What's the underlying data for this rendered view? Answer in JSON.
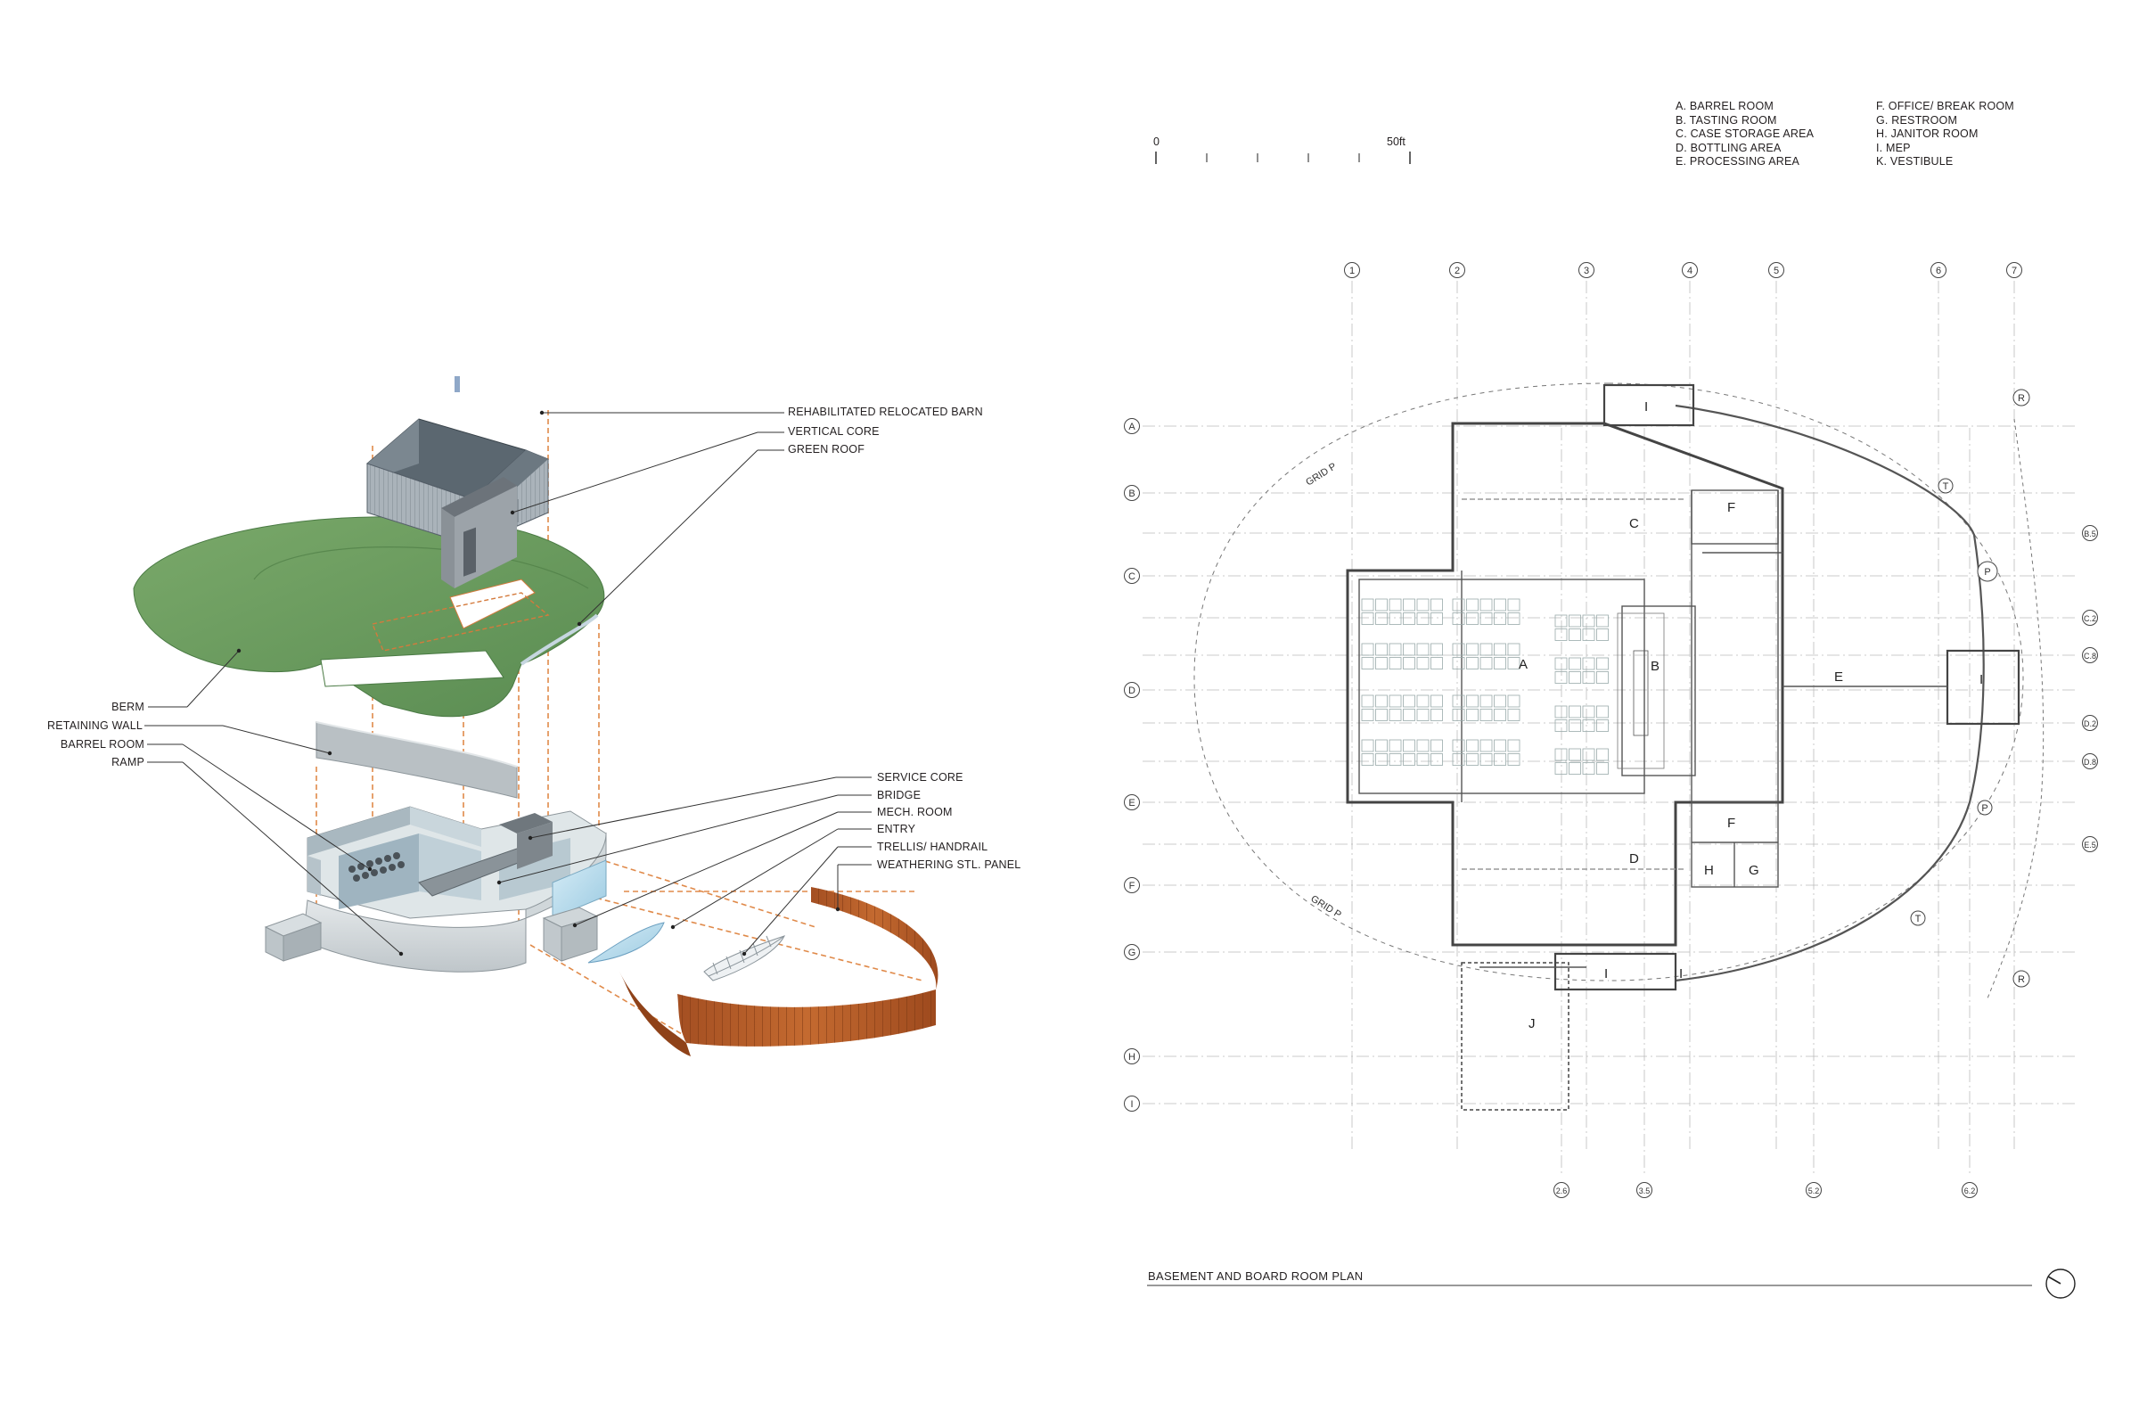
{
  "diagram": {
    "callouts_left": [
      {
        "id": "berm",
        "text": "BERM"
      },
      {
        "id": "retaining-wall",
        "text": "RETAINING WALL"
      },
      {
        "id": "barrel-room",
        "text": "BARREL ROOM"
      },
      {
        "id": "ramp",
        "text": "RAMP"
      }
    ],
    "callouts_top_right": [
      {
        "id": "barn",
        "text": "REHABILITATED RELOCATED BARN"
      },
      {
        "id": "vertical-core",
        "text": "VERTICAL CORE"
      },
      {
        "id": "green-roof",
        "text": "GREEN ROOF"
      }
    ],
    "callouts_right": [
      {
        "id": "service-core",
        "text": "SERVICE CORE"
      },
      {
        "id": "bridge",
        "text": "BRIDGE"
      },
      {
        "id": "mech-room",
        "text": "MECH. ROOM"
      },
      {
        "id": "entry",
        "text": "ENTRY"
      },
      {
        "id": "trellis",
        "text": "TRELLIS/ HANDRAIL"
      },
      {
        "id": "weathering",
        "text": "WEATHERING STL. PANEL"
      }
    ],
    "colors": {
      "green_roof": "#6a9a5e",
      "corten": "#b8612c",
      "concrete": "#c8d2d6",
      "barn": "#9aa4ac",
      "dash_line": "#e08a4a",
      "leader": "#333333"
    }
  },
  "scale_bar": {
    "start": "0",
    "end": "50ft"
  },
  "legend": {
    "col1": [
      "A. BARREL ROOM",
      "B. TASTING ROOM",
      "C. CASE STORAGE AREA",
      "D. BOTTLING AREA",
      "E. PROCESSING AREA"
    ],
    "col2": [
      "F. OFFICE/ BREAK ROOM",
      "G. RESTROOM",
      "H. JANITOR ROOM",
      "I.  MEP",
      "K. VESTIBULE"
    ]
  },
  "plan": {
    "title": "BASEMENT AND BOARD ROOM PLAN",
    "columns_top": [
      "1",
      "2",
      "3",
      "4",
      "5",
      "6",
      "7"
    ],
    "columns_bottom": [
      "2.6",
      "3.5",
      "5.2",
      "6.2"
    ],
    "rows_left": [
      "A",
      "B",
      "C",
      "D",
      "E",
      "F",
      "G",
      "H",
      "I"
    ],
    "rows_right": [
      "B.5",
      "C.2",
      "C.8",
      "D.2",
      "D.8",
      "E.5"
    ],
    "curve_marks": [
      "R",
      "T",
      "P",
      "P",
      "T",
      "R"
    ],
    "grid_p": [
      "GRID P",
      "GRID P"
    ],
    "rooms": [
      "A",
      "B",
      "C",
      "D",
      "E",
      "F",
      "F",
      "G",
      "H",
      "I",
      "I",
      "I",
      "I",
      "J"
    ]
  }
}
